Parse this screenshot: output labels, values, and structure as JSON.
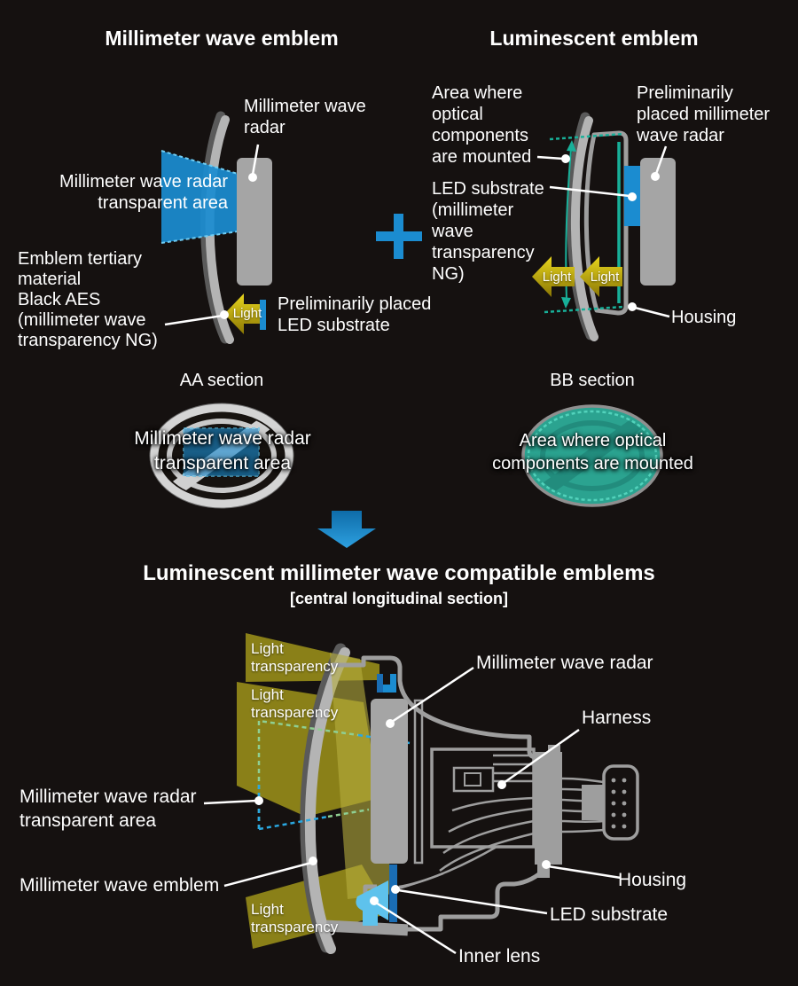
{
  "top_left": {
    "title": "Millimeter wave emblem",
    "radar": "Millimeter wave\nradar",
    "transparent_area": "Millimeter wave radar\ntransparent area",
    "tertiary": "Emblem tertiary\nmaterial\nBlack AES\n(millimeter wave\ntransparency NG)",
    "prelim_led": "Preliminarily placed\nLED substrate",
    "light": "Light"
  },
  "top_right": {
    "title": "Luminescent emblem",
    "area": "Area where\noptical\ncomponents\nare mounted",
    "prelim_radar": "Preliminarily\nplaced millimeter\nwave radar",
    "led_substrate": "LED substrate\n(millimeter\nwave\ntransparency\nNG)",
    "housing": "Housing",
    "light_outer": "Light",
    "light_inner": "Light"
  },
  "sections": {
    "aa_title": "AA section",
    "aa_overlay": "Millimeter wave radar\ntransparent area",
    "bb_title": "BB section",
    "bb_overlay": "Area where optical\ncomponents are mounted"
  },
  "bottom": {
    "title": "Luminescent millimeter wave compatible emblems",
    "subtitle": "[central longitudinal section]",
    "light1": "Light\ntransparency",
    "light2": "Light\ntransparency",
    "light3": "Light\ntransparency",
    "radar": "Millimeter wave radar",
    "harness": "Harness",
    "housing": "Housing",
    "led_substrate": "LED substrate",
    "inner_lens": "Inner lens",
    "transparent_area": "Millimeter wave radar\ntransparent area",
    "emblem": "Millimeter wave emblem"
  },
  "colors": {
    "background": "#151110",
    "accent_blue": "#1b8cd0",
    "dark_blue": "#1a6db4",
    "light_blue": "#5ec2ec",
    "teal": "#18b099",
    "teal_fill": "#2ba390",
    "olive": "#8a8018",
    "gold": "#d8c316",
    "gray_light": "#b4b4b4",
    "gray_mid": "#9e9e9e",
    "white": "#ffffff"
  }
}
